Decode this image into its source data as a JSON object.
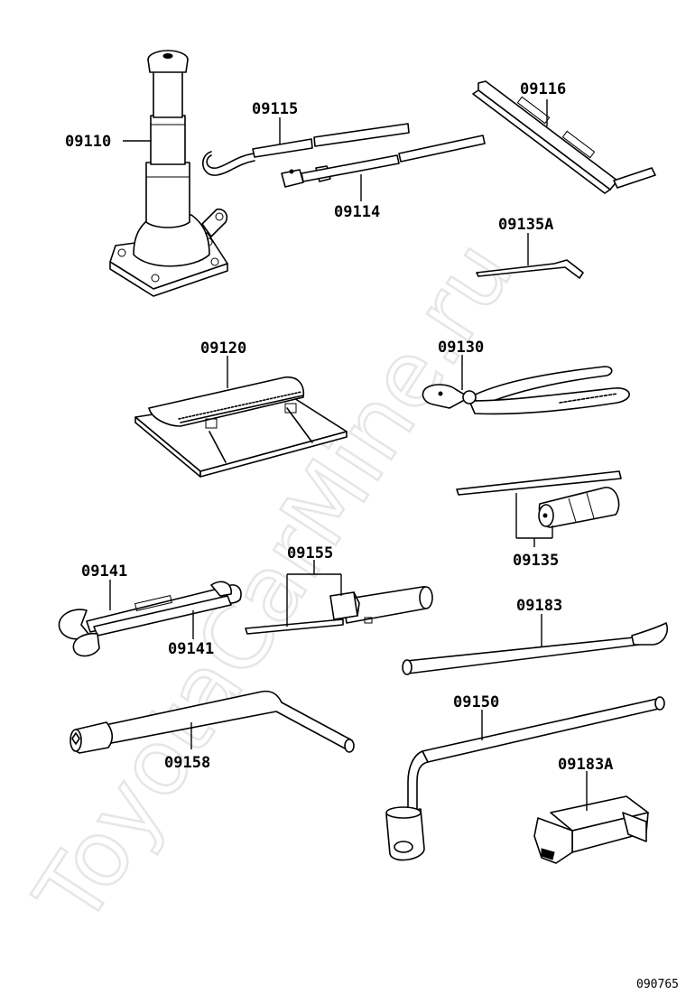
{
  "watermark": "ToyotaCarMine.ru",
  "diagram_code": "090765",
  "parts": {
    "jack": "09110",
    "jack_handle_hook": "09115",
    "jack_handle": "09114",
    "jack_handle_extension": "09116",
    "screwdriver_blade": "09135A",
    "tool_bag": "09120",
    "pliers": "09130",
    "screwdriver": "09135",
    "wrench_upper": "09141",
    "wrench_lower": "09141",
    "wheel_nut_wrench_set": "09155",
    "towing_eye": "09183",
    "wheel_nut_wrench_bent": "09158",
    "lug_wrench": "09150",
    "towing_eye_bracket": "09183A"
  }
}
